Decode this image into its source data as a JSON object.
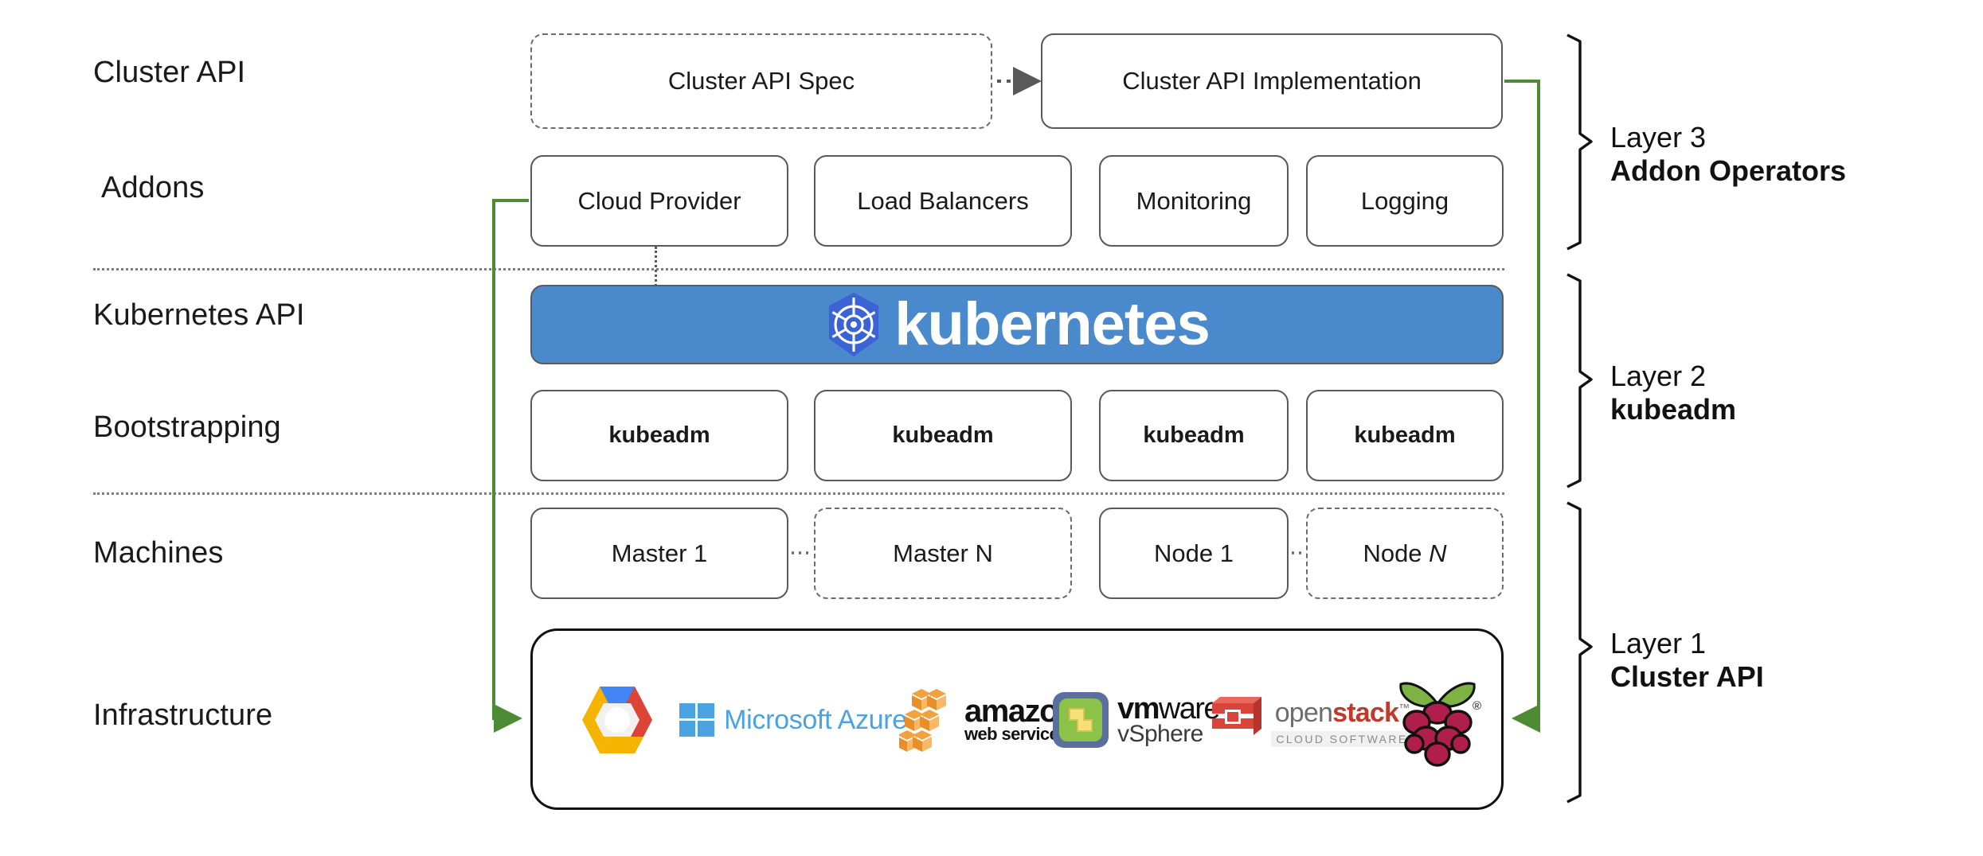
{
  "row_labels": [
    {
      "text": "Cluster API"
    },
    {
      "text": "Addons"
    },
    {
      "text": "Kubernetes API"
    },
    {
      "text": "Bootstrapping"
    },
    {
      "text": "Machines"
    },
    {
      "text": "Infrastructure"
    }
  ],
  "cluster_api_row": {
    "spec_box": "Cluster API Spec",
    "implementation_box": "Cluster API Implementation"
  },
  "addons_row": {
    "boxes": [
      "Cloud Provider",
      "Load Balancers",
      "Monitoring",
      "Logging"
    ]
  },
  "kubernetes_banner": {
    "wordmark": "kubernetes",
    "logo_name": "kubernetes-helm-wheel-icon",
    "background_color": "#4a89cc",
    "text_color": "#ffffff"
  },
  "bootstrapping_row": {
    "boxes": [
      "kubeadm",
      "kubeadm",
      "kubeadm",
      "kubeadm"
    ]
  },
  "machines_row": {
    "boxes": [
      {
        "label": "Master 1",
        "style": "solid"
      },
      {
        "label": "Master N",
        "style": "dashed"
      },
      {
        "label": "Node 1",
        "style": "solid"
      },
      {
        "label": "Node N",
        "style": "dashed",
        "italic_suffix": true
      }
    ]
  },
  "infrastructure_row": {
    "logos": [
      {
        "name": "google-cloud-platform-logo",
        "label": "Google Cloud Platform"
      },
      {
        "name": "microsoft-azure-logo",
        "label": "Microsoft Azure"
      },
      {
        "name": "amazon-web-services-logo",
        "label": "amazon",
        "sublabel": "web services"
      },
      {
        "name": "vmware-vsphere-logo",
        "label": "vmware",
        "sublabel": "vSphere"
      },
      {
        "name": "openstack-logo",
        "label": "openstack",
        "sublabel": "CLOUD SOFTWARE"
      },
      {
        "name": "raspberry-pi-logo",
        "label": "Raspberry Pi"
      }
    ]
  },
  "layers": [
    {
      "number": "Layer 3",
      "name": "Addon Operators"
    },
    {
      "number": "Layer 2",
      "name": "kubeadm"
    },
    {
      "number": "Layer 1",
      "name": "Cluster API"
    }
  ],
  "colors": {
    "kubernetes_blue": "#4a89cc",
    "flow_green": "#4e8b35",
    "box_border": "#595959",
    "text": "#1a1a1a"
  }
}
